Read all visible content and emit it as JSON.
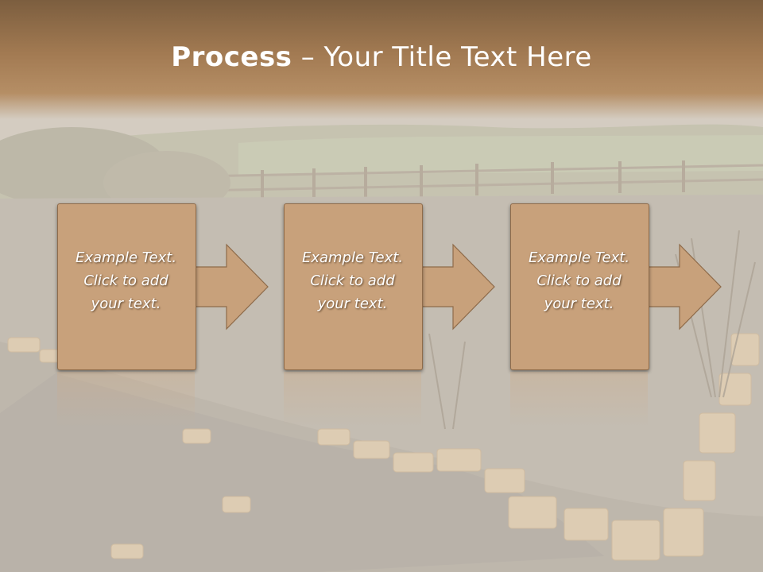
{
  "slide": {
    "title_bold": "Process",
    "title_rest": " – Your Title Text Here",
    "steps": [
      {
        "text": "Example Text.\nClick  to add\nyour text."
      },
      {
        "text": "Example Text.\nClick  to add\nyour text."
      },
      {
        "text": "Example Text.\nClick  to add\nyour text."
      }
    ]
  },
  "colors": {
    "title_band": "#a27a52",
    "box_fill": "#c8a17b",
    "box_border": "#8e6b4a",
    "text": "#ffffff"
  }
}
